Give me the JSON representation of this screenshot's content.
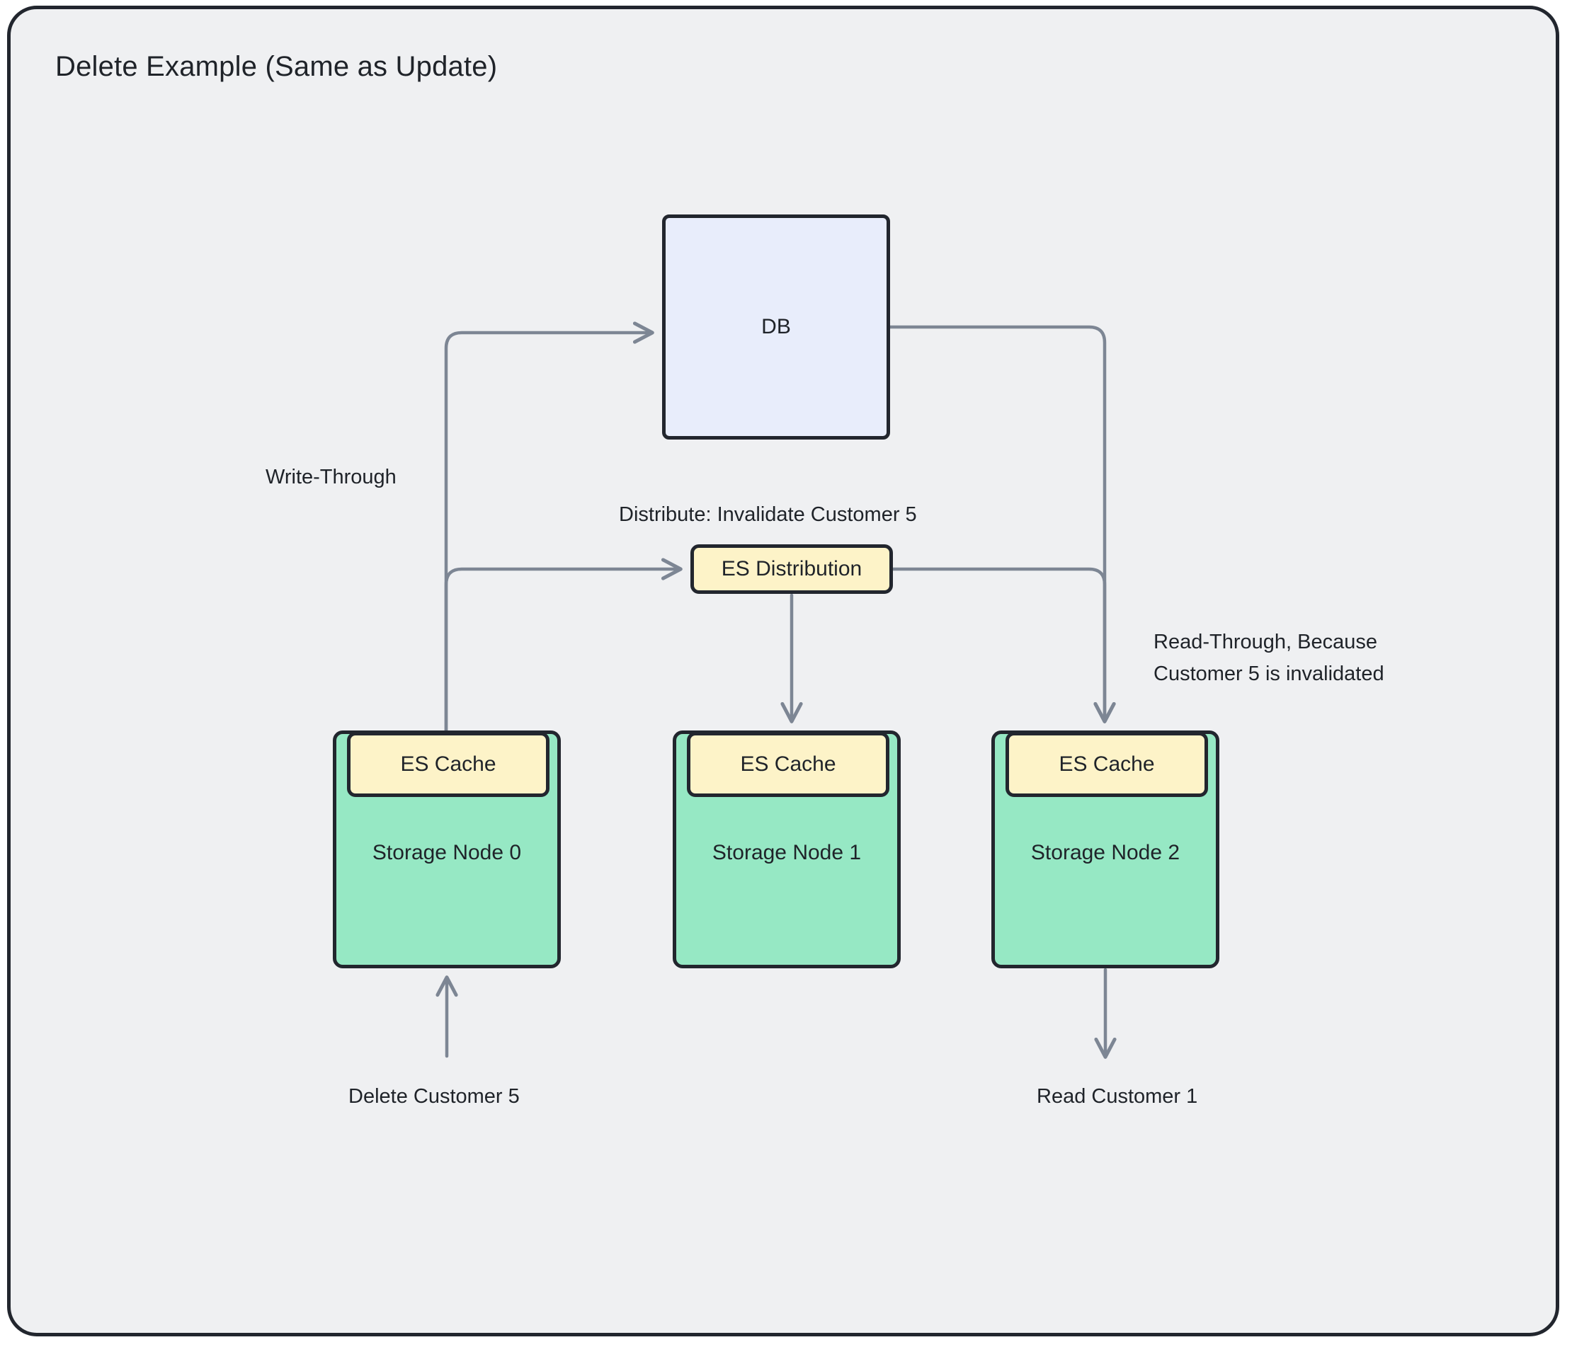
{
  "diagram": {
    "title": "Delete Example (Same as Update)",
    "colors": {
      "frame_border": "#22262e",
      "frame_fill": "#eff0f2",
      "db_fill": "#e8edfb",
      "cache_fill": "#fdf3c8",
      "storage_fill": "#96e8c4",
      "edge_stroke": "#7d8694",
      "text": "#1f2329"
    },
    "nodes": {
      "db": {
        "label": "DB"
      },
      "es_distribution": {
        "label": "ES Distribution"
      },
      "storage_nodes": [
        {
          "cache_label": "ES Cache",
          "name": "Storage Node 0"
        },
        {
          "cache_label": "ES Cache",
          "name": "Storage Node 1"
        },
        {
          "cache_label": "ES Cache",
          "name": "Storage Node 2"
        }
      ]
    },
    "edge_labels": {
      "write_through": "Write-Through",
      "distribute": "Distribute: Invalidate Customer 5",
      "read_through_line1": "Read-Through, Because",
      "read_through_line2": "Customer 5 is invalidated",
      "delete_customer": "Delete Customer 5",
      "read_customer": "Read Customer 1"
    }
  }
}
